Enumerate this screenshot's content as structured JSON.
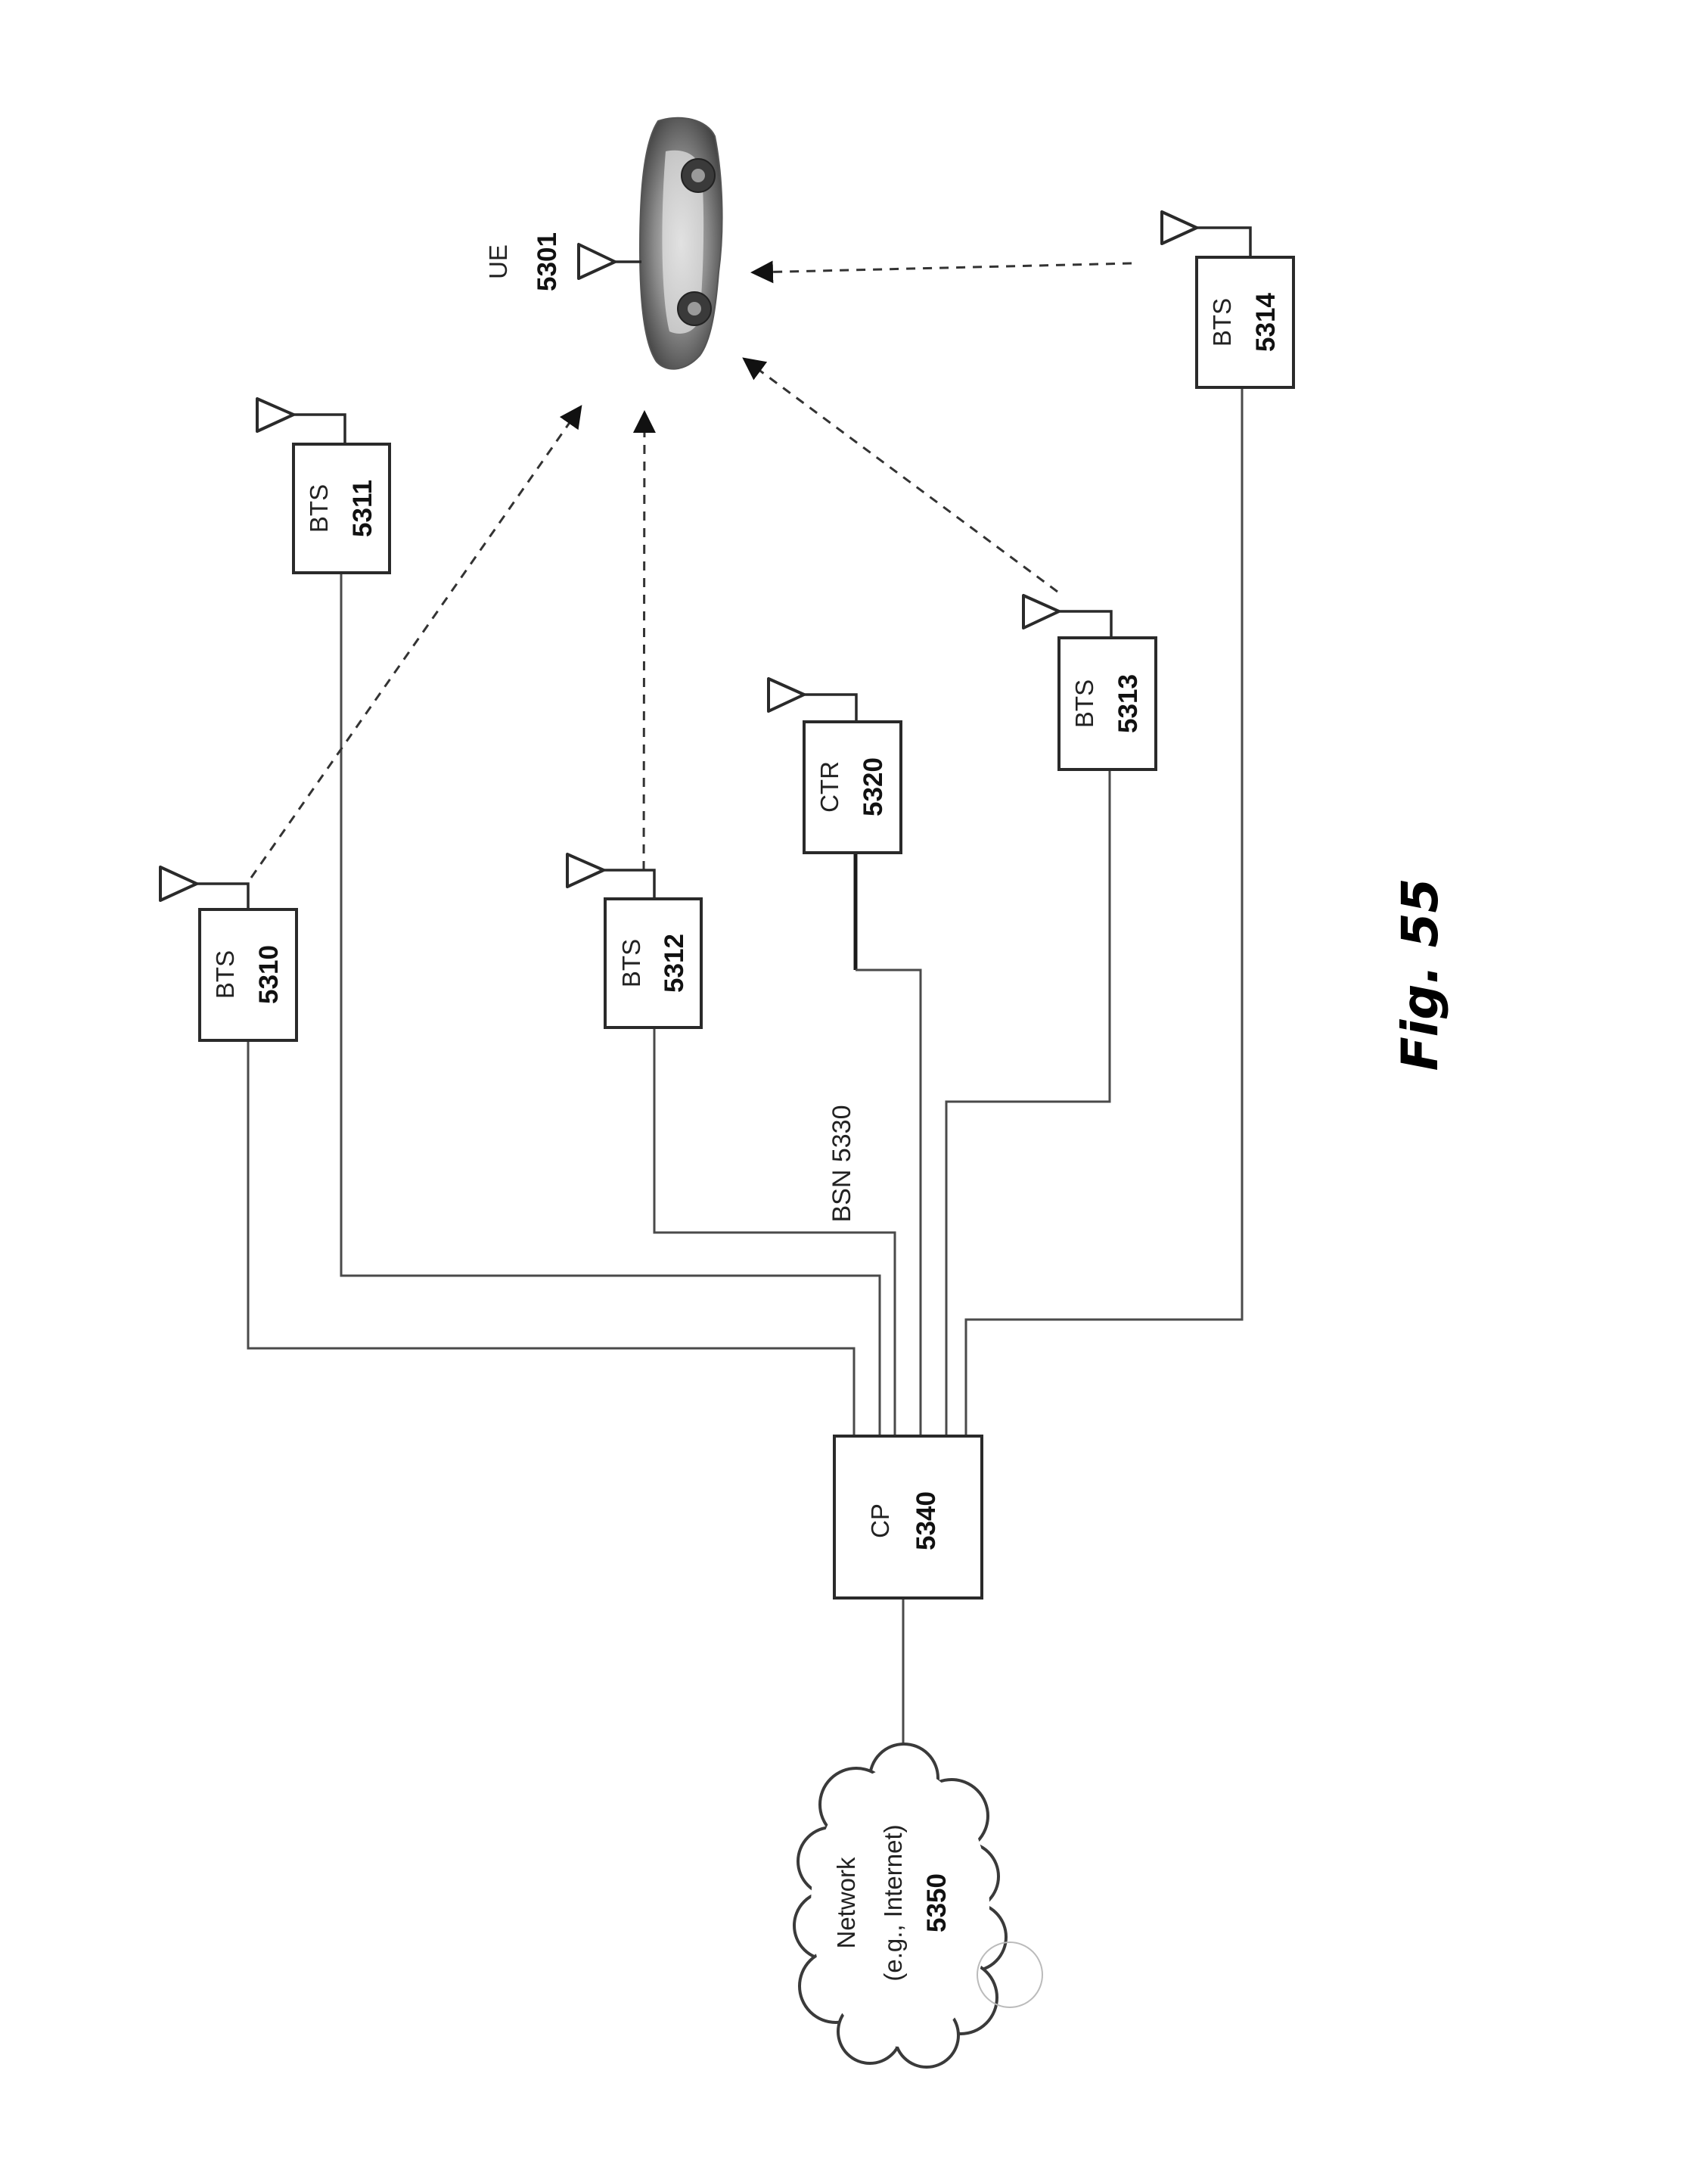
{
  "figure": {
    "caption": "Fig. 55"
  },
  "ue": {
    "label": "UE",
    "number": "5301",
    "icon": "car-icon"
  },
  "nodes": {
    "bts_5310": {
      "label": "BTS",
      "number": "5310"
    },
    "bts_5311": {
      "label": "BTS",
      "number": "5311"
    },
    "bts_5312": {
      "label": "BTS",
      "number": "5312"
    },
    "bts_5313": {
      "label": "BTS",
      "number": "5313"
    },
    "bts_5314": {
      "label": "BTS",
      "number": "5314"
    },
    "ctr_5320": {
      "label": "CTR",
      "number": "5320"
    },
    "cp_5340": {
      "label": "CP",
      "number": "5340"
    }
  },
  "backhaul": {
    "label": "BSN 5330"
  },
  "network": {
    "line1": "Network",
    "line2": "(e.g., Internet)",
    "number": "5350",
    "icon": "cloud-icon"
  },
  "links": {
    "wireless_to_ue": [
      "BTS 5310",
      "BTS 5312",
      "BTS 5313",
      "BTS 5314"
    ],
    "wired_to_cp": [
      "BTS 5310",
      "BTS 5311",
      "BTS 5312",
      "CTR 5320",
      "BTS 5313",
      "BTS 5314"
    ],
    "cp_to_network": "Network 5350"
  }
}
